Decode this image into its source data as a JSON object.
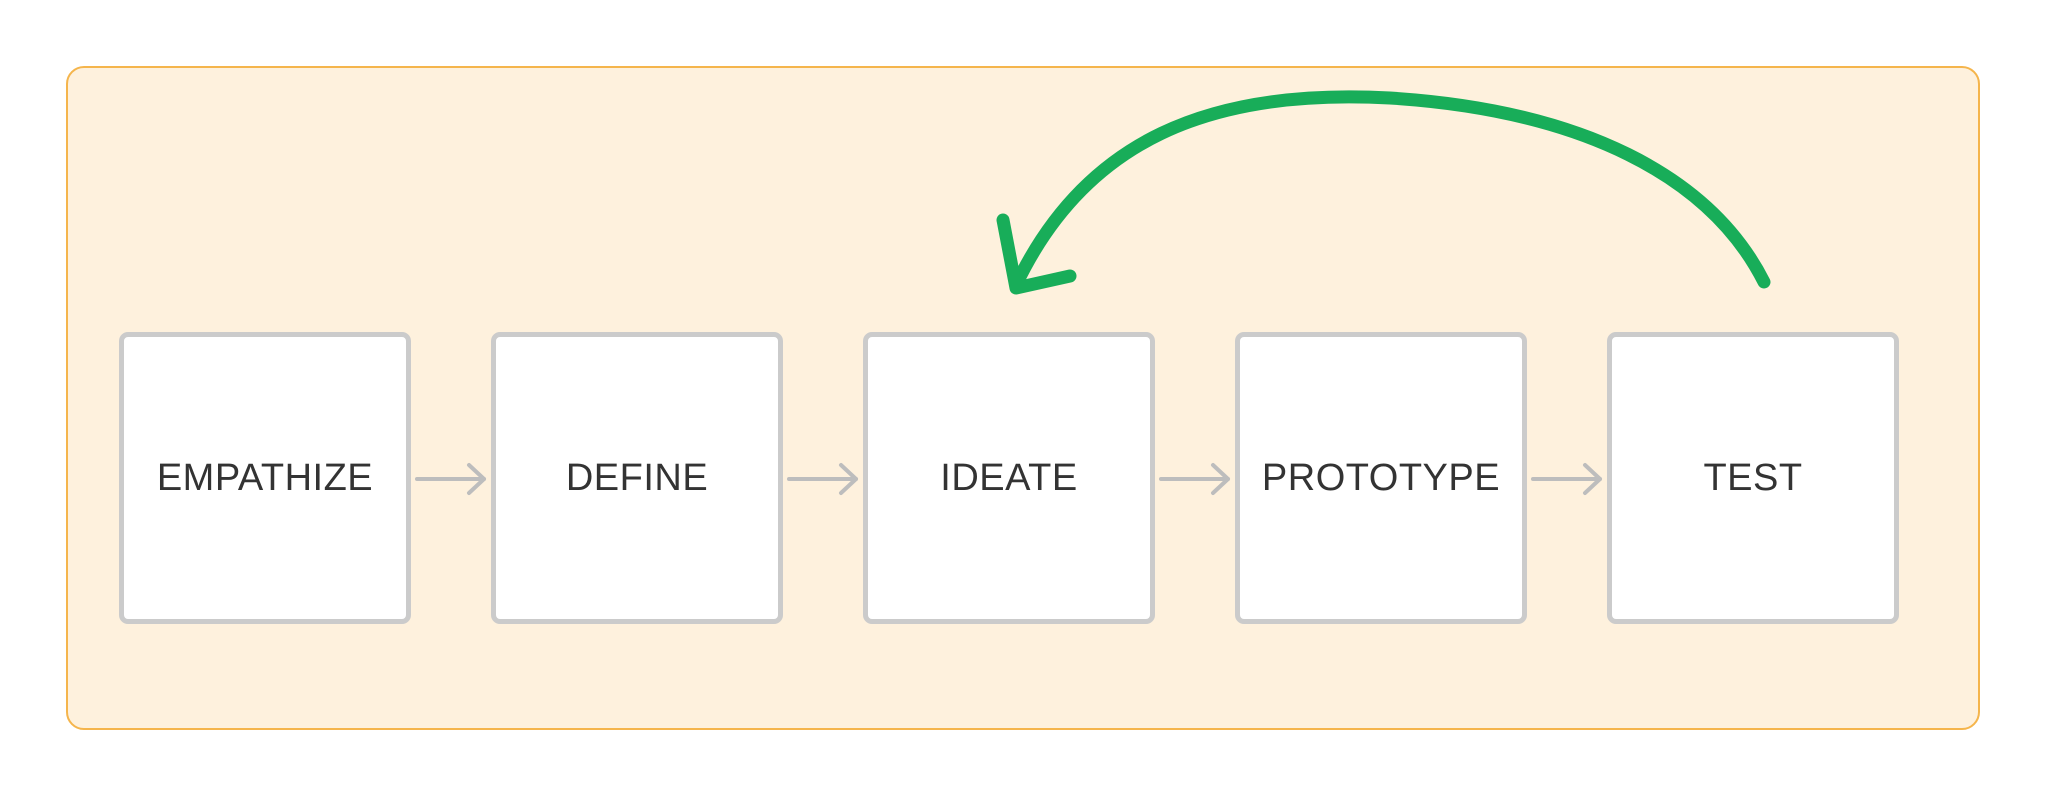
{
  "diagram": {
    "stages": [
      {
        "label": "EMPATHIZE"
      },
      {
        "label": "DEFINE"
      },
      {
        "label": "IDEATE"
      },
      {
        "label": "PROTOTYPE"
      },
      {
        "label": "TEST"
      }
    ],
    "colors": {
      "panel_background": "#fef1dd",
      "panel_border": "#f5b54c",
      "box_border": "#cbcbcb",
      "connector_arrow": "#bdbdbd",
      "loop_arrow": "#18ad59",
      "label_text": "#333333"
    },
    "loop_arrow": {
      "from": "TEST",
      "to": "IDEATE"
    }
  }
}
